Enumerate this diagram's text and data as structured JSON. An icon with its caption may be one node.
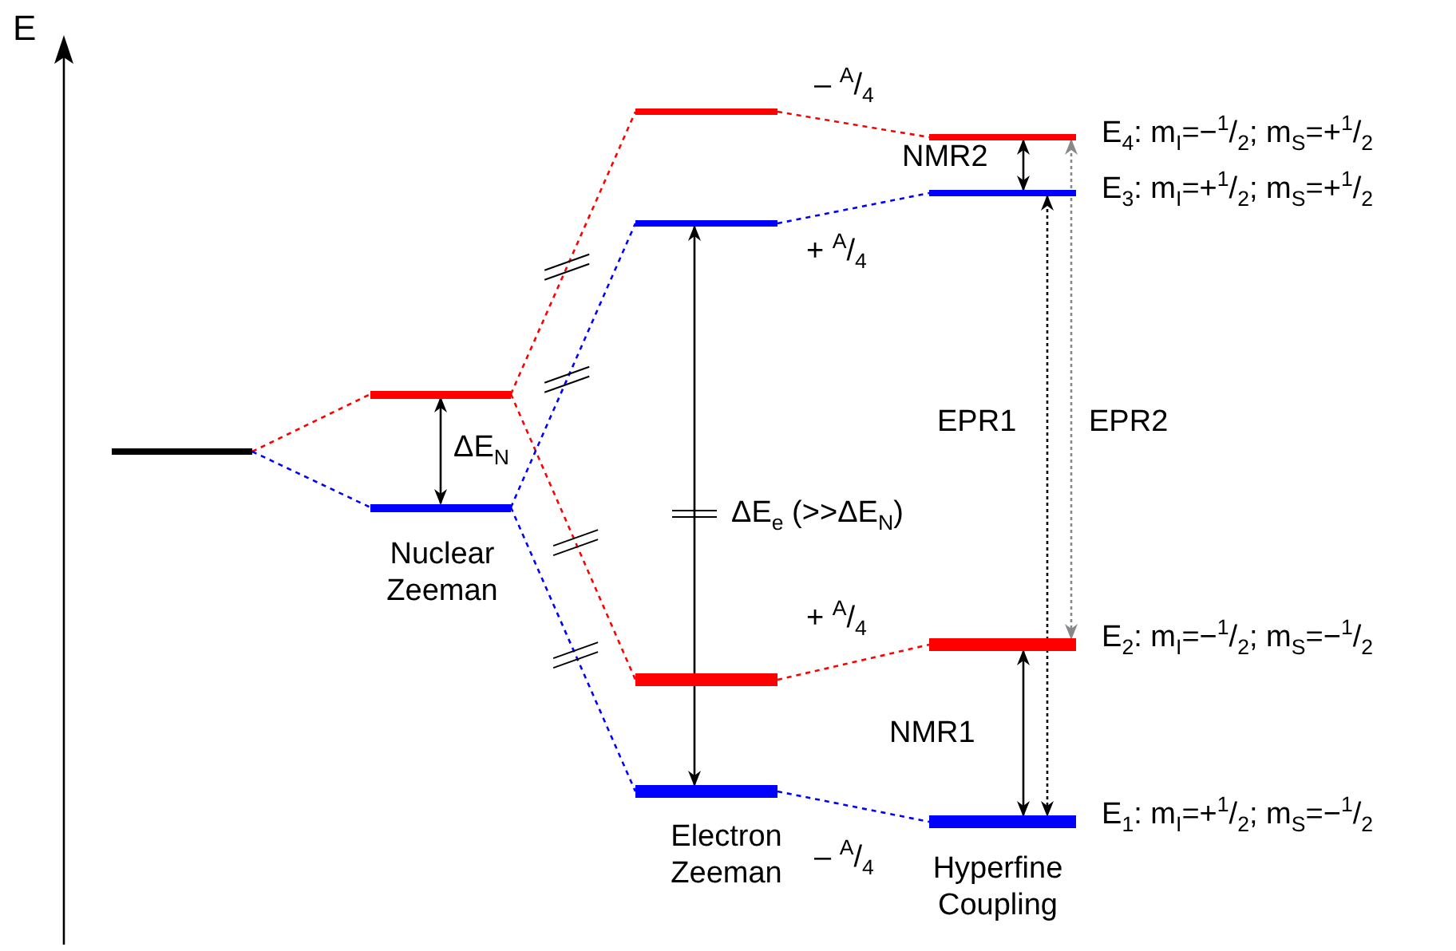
{
  "diagram": {
    "nodes": [
      {
        "text": [],
        "shape": "bar"
      },
      {
        "text": [],
        "shape": "bar"
      },
      {
        "text": [],
        "shape": "bar"
      },
      {
        "text": [],
        "shape": "bar",
        "beside": [
          "– $^{A}$/$_{4}$"
        ]
      },
      {
        "text": [],
        "shape": "bar",
        "beside": [
          "+ $^{A}$/$_{4}$"
        ]
      },
      {
        "text": [],
        "shape": "bar",
        "beside": [
          "+ $^{A}$/$_{4}$"
        ]
      },
      {
        "text": [],
        "shape": "bar",
        "beside": [
          "– $^{A}$/$_{4}$"
        ]
      },
      {
        "text": [],
        "shape": "bar",
        "beside": [
          "E$_{4}$: m$_{I}$=−$^{1}$/$_{2}$; m$_{S}$=+$^{1}$/$_{2}$"
        ]
      },
      {
        "text": [],
        "shape": "bar",
        "beside": [
          "E$_{3}$: m$_{I}$=+$^{1}$/$_{2}$; m$_{S}$=+$^{1}$/$_{2}$"
        ]
      },
      {
        "text": [],
        "shape": "bar",
        "beside": [
          "E$_{2}$: m$_{I}$=−$^{1}$/$_{2}$; m$_{S}$=−$^{1}$/$_{2}$"
        ]
      },
      {
        "text": [],
        "shape": "bar",
        "beside": [
          "E$_{1}$: m$_{I}$=+$^{1}$/$_{2}$; m$_{S}$=−$^{1}$/$_{2}$"
        ]
      }
    ],
    "edges": [
      {
        "from": 0,
        "to": 1,
        "arrow": "none",
        "style": "dashed",
        "color": "#ff0000"
      },
      {
        "from": 0,
        "to": 2,
        "arrow": "none",
        "style": "dashed",
        "color": "#0000ff"
      },
      {
        "from": 1,
        "to": 3,
        "arrow": "none",
        "style": "dashed",
        "color": "#ff0000"
      },
      {
        "from": 1,
        "to": 5,
        "arrow": "none",
        "style": "dashed",
        "color": "#ff0000"
      },
      {
        "from": 2,
        "to": 4,
        "arrow": "none",
        "style": "dashed",
        "color": "#0000ff"
      },
      {
        "from": 2,
        "to": 6,
        "arrow": "none",
        "style": "dashed",
        "color": "#0000ff"
      },
      {
        "from": 3,
        "to": 7,
        "arrow": "none",
        "style": "dashed",
        "color": "#ff0000"
      },
      {
        "from": 4,
        "to": 8,
        "arrow": "none",
        "style": "dashed",
        "color": "#0000ff"
      },
      {
        "from": 5,
        "to": 9,
        "arrow": "none",
        "style": "dashed",
        "color": "#ff0000"
      },
      {
        "from": 6,
        "to": 10,
        "arrow": "none",
        "style": "dashed",
        "color": "#0000ff"
      },
      {
        "from": 1,
        "to": 2,
        "arrow": "both",
        "label": "ΔE$_{N}$",
        "color": "#000000"
      },
      {
        "from": 4,
        "to": 6,
        "arrow": "both",
        "label": "ΔE$_{e}$ (>>ΔE$_{N}$)",
        "color": "#000000"
      },
      {
        "from": 7,
        "to": 8,
        "arrow": "both",
        "label": "NMR2",
        "color": "#000000"
      },
      {
        "from": 9,
        "to": 10,
        "arrow": "both",
        "label": "NMR1",
        "color": "#000000"
      },
      {
        "from": 8,
        "to": 10,
        "arrow": "both",
        "label": "EPR1",
        "style": "dashed",
        "color": "#000000"
      },
      {
        "from": 7,
        "to": 9,
        "arrow": "both",
        "label": "EPR2",
        "style": "dashed",
        "color": "#888888"
      }
    ],
    "labels": [
      "E",
      "Nuclear Zeeman",
      "Electron Zeeman",
      "Hyperfine Coupling"
    ]
  }
}
